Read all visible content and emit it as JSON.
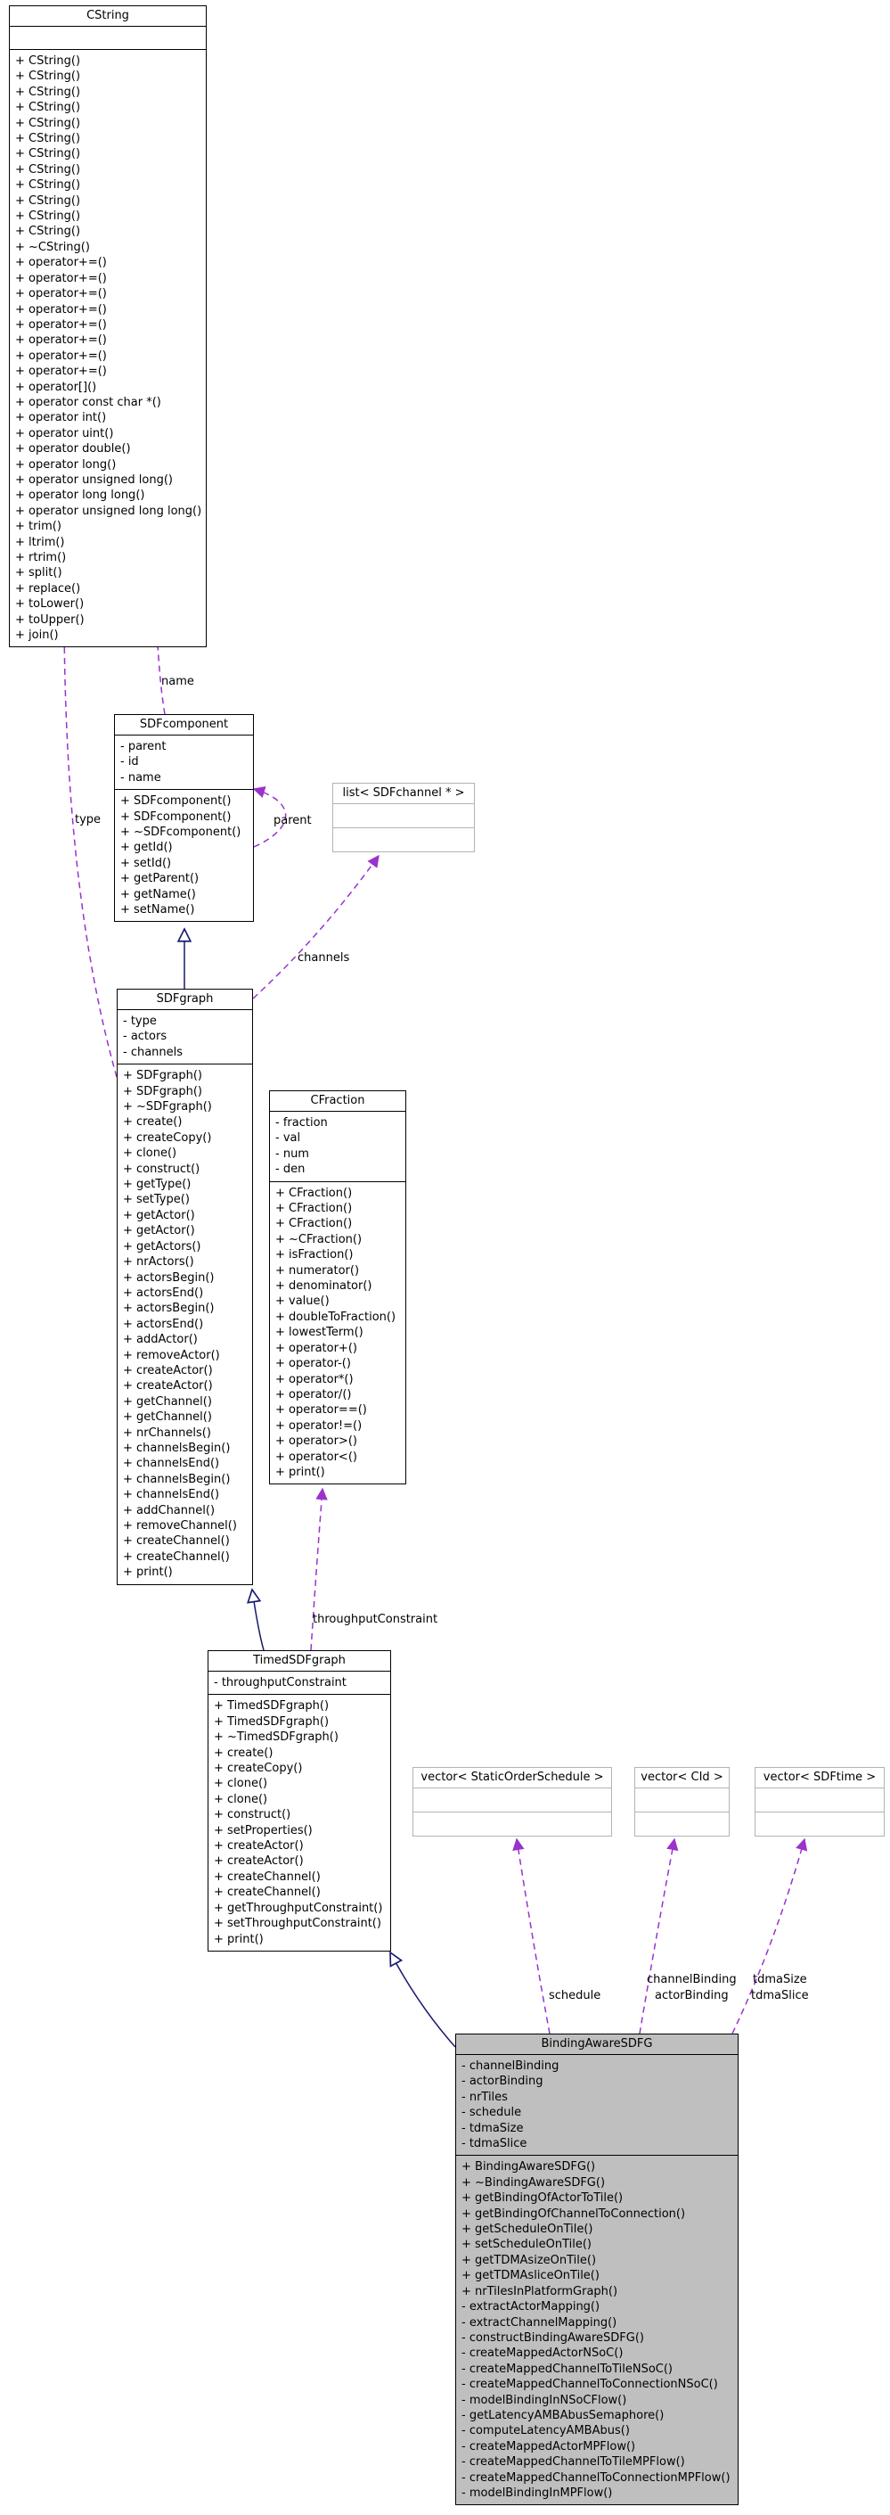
{
  "classes": {
    "cstring": {
      "title": "CString",
      "attributes": [],
      "methods": [
        "+ CString()",
        "+ CString()",
        "+ CString()",
        "+ CString()",
        "+ CString()",
        "+ CString()",
        "+ CString()",
        "+ CString()",
        "+ CString()",
        "+ CString()",
        "+ CString()",
        "+ CString()",
        "+ ~CString()",
        "+ operator+=()",
        "+ operator+=()",
        "+ operator+=()",
        "+ operator+=()",
        "+ operator+=()",
        "+ operator+=()",
        "+ operator+=()",
        "+ operator+=()",
        "+ operator[]()",
        "+ operator const char *()",
        "+ operator int()",
        "+ operator uint()",
        "+ operator double()",
        "+ operator long()",
        "+ operator unsigned long()",
        "+ operator long long()",
        "+ operator unsigned long long()",
        "+ trim()",
        "+ ltrim()",
        "+ rtrim()",
        "+ split()",
        "+ replace()",
        "+ toLower()",
        "+ toUpper()",
        "+ join()"
      ]
    },
    "sdfcomponent": {
      "title": "SDFcomponent",
      "attributes": [
        "- parent",
        "- id",
        "- name"
      ],
      "methods": [
        "+ SDFcomponent()",
        "+ SDFcomponent()",
        "+ ~SDFcomponent()",
        "+ getId()",
        "+ setId()",
        "+ getParent()",
        "+ getName()",
        "+ setName()"
      ]
    },
    "list_channel": {
      "title": "list< SDFchannel * >",
      "attributes": [],
      "methods": []
    },
    "sdfgraph": {
      "title": "SDFgraph",
      "attributes": [
        "- type",
        "- actors",
        "- channels"
      ],
      "methods": [
        "+ SDFgraph()",
        "+ SDFgraph()",
        "+ ~SDFgraph()",
        "+ create()",
        "+ createCopy()",
        "+ clone()",
        "+ construct()",
        "+ getType()",
        "+ setType()",
        "+ getActor()",
        "+ getActor()",
        "+ getActors()",
        "+ nrActors()",
        "+ actorsBegin()",
        "+ actorsEnd()",
        "+ actorsBegin()",
        "+ actorsEnd()",
        "+ addActor()",
        "+ removeActor()",
        "+ createActor()",
        "+ createActor()",
        "+ getChannel()",
        "+ getChannel()",
        "+ nrChannels()",
        "+ channelsBegin()",
        "+ channelsEnd()",
        "+ channelsBegin()",
        "+ channelsEnd()",
        "+ addChannel()",
        "+ removeChannel()",
        "+ createChannel()",
        "+ createChannel()",
        "+ print()"
      ]
    },
    "cfraction": {
      "title": "CFraction",
      "attributes": [
        "- fraction",
        "- val",
        "- num",
        "- den"
      ],
      "methods": [
        "+ CFraction()",
        "+ CFraction()",
        "+ CFraction()",
        "+ ~CFraction()",
        "+ isFraction()",
        "+ numerator()",
        "+ denominator()",
        "+ value()",
        "+ doubleToFraction()",
        "+ lowestTerm()",
        "+ operator+()",
        "+ operator-()",
        "+ operator*()",
        "+ operator/()",
        "+ operator==()",
        "+ operator!=()",
        "+ operator>()",
        "+ operator<()",
        "+ print()"
      ]
    },
    "timedsdfgraph": {
      "title": "TimedSDFgraph",
      "attributes": [
        "- throughputConstraint"
      ],
      "methods": [
        "+ TimedSDFgraph()",
        "+ TimedSDFgraph()",
        "+ ~TimedSDFgraph()",
        "+ create()",
        "+ createCopy()",
        "+ clone()",
        "+ clone()",
        "+ construct()",
        "+ setProperties()",
        "+ createActor()",
        "+ createActor()",
        "+ createChannel()",
        "+ createChannel()",
        "+ getThroughputConstraint()",
        "+ setThroughputConstraint()",
        "+ print()"
      ]
    },
    "vector_schedule": {
      "title": "vector< StaticOrderSchedule >",
      "attributes": [],
      "methods": []
    },
    "vector_cid": {
      "title": "vector< CId >",
      "attributes": [],
      "methods": []
    },
    "vector_sdftime": {
      "title": "vector< SDFtime >",
      "attributes": [],
      "methods": []
    },
    "bindingaware": {
      "title": "BindingAwareSDFG",
      "attributes": [
        "- channelBinding",
        "- actorBinding",
        "- nrTiles",
        "- schedule",
        "- tdmaSize",
        "- tdmaSlice"
      ],
      "methods": [
        "+ BindingAwareSDFG()",
        "+ ~BindingAwareSDFG()",
        "+ getBindingOfActorToTile()",
        "+ getBindingOfChannelToConnection()",
        "+ getScheduleOnTile()",
        "+ setScheduleOnTile()",
        "+ getTDMAsizeOnTile()",
        "+ getTDMAsliceOnTile()",
        "+ nrTilesInPlatformGraph()",
        "- extractActorMapping()",
        "- extractChannelMapping()",
        "- constructBindingAwareSDFG()",
        "- createMappedActorNSoC()",
        "- createMappedChannelToTileNSoC()",
        "- createMappedChannelToConnectionNSoC()",
        "- modelBindingInNSoCFlow()",
        "- getLatencyAMBAbusSemaphore()",
        "- computeLatencyAMBAbus()",
        "- createMappedActorMPFlow()",
        "- createMappedChannelToTileMPFlow()",
        "- createMappedChannelToConnectionMPFlow()",
        "- modelBindingInMPFlow()"
      ]
    }
  },
  "edge_labels": {
    "name": "name",
    "type": "type",
    "parent": "parent",
    "channels": "channels",
    "throughput": "throughputConstraint",
    "schedule": "schedule",
    "channelBinding": "channelBinding",
    "actorBinding": "actorBinding",
    "tdmaSize": "tdmaSize",
    "tdmaSlice": "tdmaSlice"
  },
  "colors": {
    "inheritance": "#191970",
    "usage": "#9a32cd",
    "border": "#000000",
    "ghost_border": "#b3b3b3",
    "highlight_fill": "#bfbfbf"
  }
}
